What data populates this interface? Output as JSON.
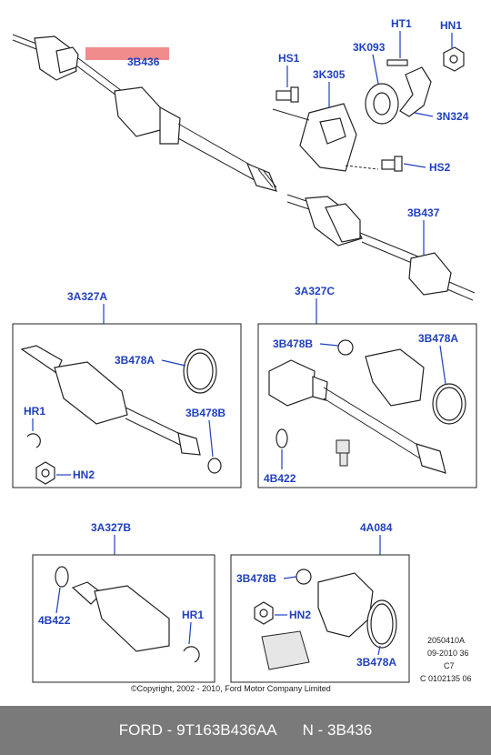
{
  "labels": {
    "main_shaft": "3B436",
    "ht1": "HT1",
    "hn1": "HN1",
    "hs1": "HS1",
    "k093": "3K093",
    "k305": "3K305",
    "n324": "3N324",
    "hs2": "HS2",
    "b437": "3B437",
    "box_a_title": "3A327A",
    "box_c_title": "3A327C",
    "box_b_title": "3A327B",
    "box_d_title": "4A084",
    "a_b478a": "3B478A",
    "a_hr1": "HR1",
    "a_b478b": "3B478B",
    "a_hn2": "HN2",
    "c_b478b": "3B478B",
    "c_b478a": "3B478A",
    "c_4b422": "4B422",
    "b_4b422": "4B422",
    "b_hr1": "HR1",
    "d_b478b": "3B478B",
    "d_hn2": "HN2",
    "d_b478a": "3B478A"
  },
  "info_block": [
    "2050410A",
    "09-2010 36",
    "C7",
    "C 0102135 06"
  ],
  "copyright": "©Copyright, 2002 - 2010, Ford Motor Company Limited",
  "footer": {
    "part_number": "FORD - 9T163B436AA",
    "part_code": "N - 3B436"
  },
  "colors": {
    "label_blue": "#1f3fbf",
    "highlight": "#f08080",
    "footer_bg": "#7a7a7a"
  }
}
